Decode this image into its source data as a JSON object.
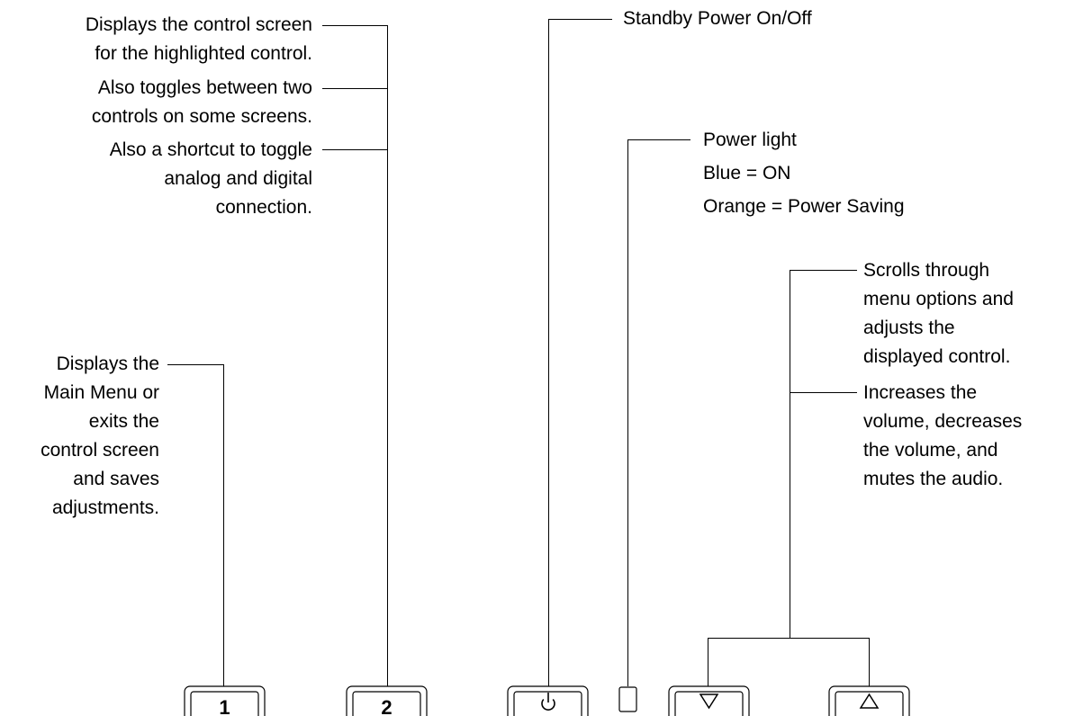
{
  "callouts": {
    "button2_line1": [
      "Displays the control screen",
      "for the highlighted control."
    ],
    "button2_line2": [
      "Also toggles between two",
      "controls on some screens."
    ],
    "button2_line3": [
      "Also a shortcut to toggle",
      "analog and digital",
      "connection."
    ],
    "button1": [
      "Displays the",
      "Main Menu or",
      "exits the",
      "control screen",
      "and saves",
      "adjustments."
    ],
    "power_button": "Standby Power On/Off",
    "power_light": [
      "Power light",
      "Blue = ON",
      "Orange = Power Saving"
    ],
    "arrow_buttons_1": [
      "Scrolls through",
      "menu options and",
      "adjusts the",
      "displayed control."
    ],
    "arrow_buttons_2": [
      "Increases the",
      "volume, decreases",
      "the volume, and",
      "mutes the audio."
    ]
  },
  "buttons": {
    "button1_label": "1",
    "button2_label": "2"
  },
  "icons": [
    "power-icon",
    "down-triangle-icon",
    "up-triangle-icon"
  ]
}
